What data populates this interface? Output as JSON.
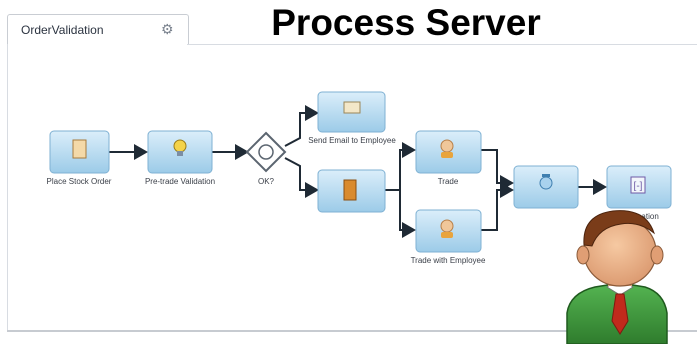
{
  "header": {
    "title": "Process Server"
  },
  "tabs": [
    {
      "label": "OrderValidation",
      "icon": "gear-icon"
    }
  ],
  "process": {
    "nodes": [
      {
        "id": "n1",
        "label": "Place Stock Order",
        "icon": "document-icon"
      },
      {
        "id": "n2",
        "label": "Pre-trade Validation",
        "icon": "lightbulb-icon"
      },
      {
        "id": "n3",
        "label": "OK?",
        "icon": "gateway-icon"
      },
      {
        "id": "n4",
        "label": "Send Email to Employee",
        "icon": "email-icon"
      },
      {
        "id": "n5",
        "label": "",
        "icon": "door-icon"
      },
      {
        "id": "n6",
        "label": "Trade",
        "icon": "user-task-icon"
      },
      {
        "id": "n7",
        "label": "Trade with Employee",
        "icon": "user-task-icon"
      },
      {
        "id": "n8",
        "label": "",
        "icon": "merge-icon"
      },
      {
        "id": "n9",
        "label": "Notification",
        "icon": "notify-icon"
      }
    ]
  },
  "avatar": {
    "icon": "user-avatar-icon",
    "shirt_color": "#3e9a3b",
    "tie_color": "#c12a1c"
  }
}
